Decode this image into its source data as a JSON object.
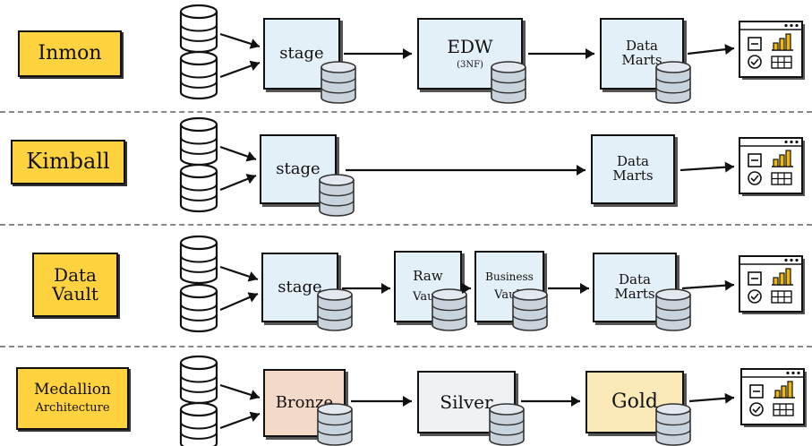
{
  "rows": [
    {
      "label": [
        "Inmon"
      ],
      "stages": [
        {
          "text": [
            "stage"
          ],
          "color": "#e4f0f8"
        },
        {
          "text": [
            "EDW"
          ],
          "sub": "(3NF)",
          "color": "#e4f0f8"
        },
        {
          "text": [
            "Data",
            "Marts"
          ],
          "color": "#e4f0f8"
        }
      ]
    },
    {
      "label": [
        "Kimball"
      ],
      "stages": [
        {
          "text": [
            "stage"
          ],
          "color": "#e4f0f8"
        },
        {
          "text": [
            "Data",
            "Marts"
          ],
          "color": "#e4f0f8"
        }
      ]
    },
    {
      "label": [
        "Data",
        "Vault"
      ],
      "stages": [
        {
          "text": [
            "stage"
          ],
          "color": "#e4f0f8"
        },
        {
          "text": [
            "Raw",
            "Vault"
          ],
          "color": "#e4f0f8"
        },
        {
          "text": [
            "Business",
            "Vault"
          ],
          "color": "#e4f0f8"
        },
        {
          "text": [
            "Data",
            "Marts"
          ],
          "color": "#e4f0f8"
        }
      ]
    },
    {
      "label": [
        "Medallion",
        "Architecture"
      ],
      "stages": [
        {
          "text": [
            "Bronze"
          ],
          "color": "#f3d9c8"
        },
        {
          "text": [
            "Silver"
          ],
          "color": "#eef2f4"
        },
        {
          "text": [
            "Gold"
          ],
          "color": "#fbe9b8"
        }
      ]
    }
  ],
  "colors": {
    "label_fill": "#ffd23f",
    "db_fill": "#c9d3dc",
    "dashboard_chart": "#f2b705"
  },
  "icons": [
    "source-database-icon",
    "database-cylinder-icon",
    "dashboard-icon"
  ]
}
